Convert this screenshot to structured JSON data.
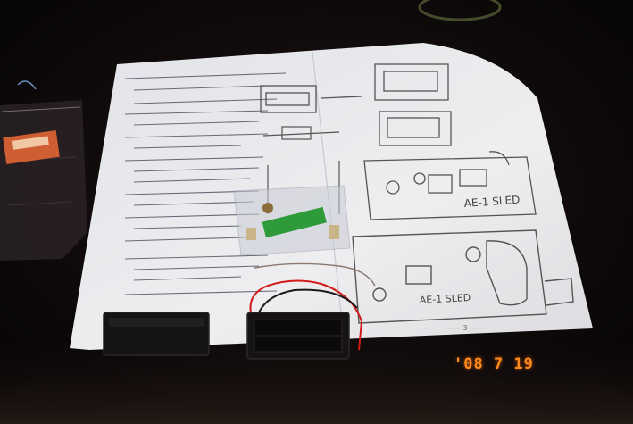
{
  "photo": {
    "subject": "LED kit instruction sheet with battery boxes and bagged parts",
    "date_stamp": "'08 7 19",
    "board_label_top": "AE-1 SLED",
    "board_label_bottom": "AE-1 SLED",
    "page_footer": "—— 3 ——"
  },
  "colors": {
    "background": "#0b0708",
    "paper": "#e9e9ec",
    "ink": "#4a4a55",
    "stamp": "#ff8a1c",
    "battery_box": "#151314",
    "wire_red": "#d11a1a",
    "pcb_green": "#2f9a3a"
  }
}
